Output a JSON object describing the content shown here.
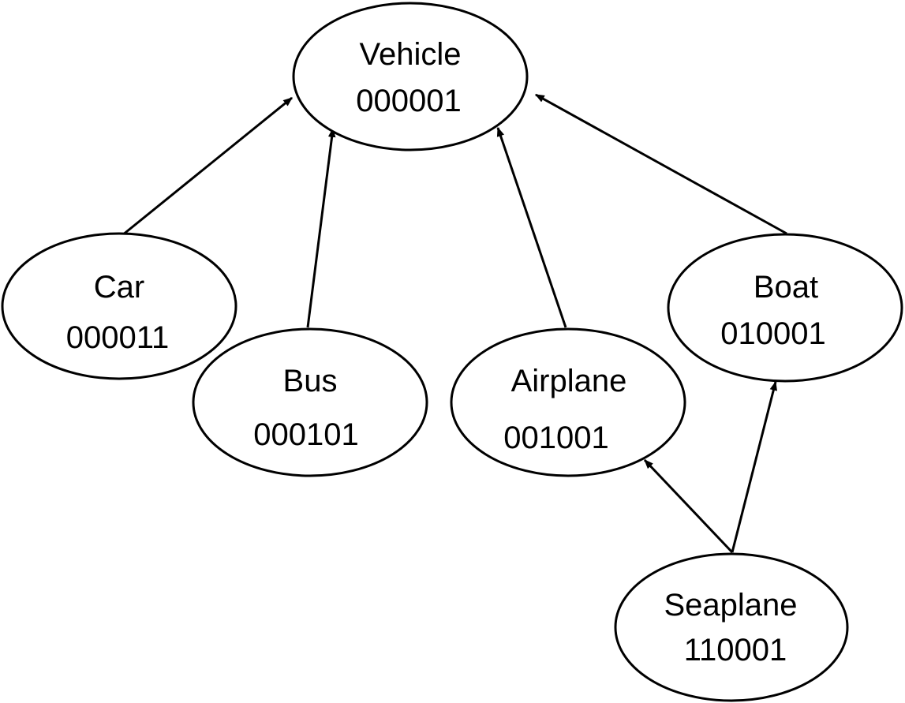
{
  "diagram": {
    "nodes": [
      {
        "id": "vehicle",
        "name": "Vehicle",
        "code": "000001"
      },
      {
        "id": "car",
        "name": "Car",
        "code": "000011"
      },
      {
        "id": "bus",
        "name": "Bus",
        "code": "000101"
      },
      {
        "id": "airplane",
        "name": "Airplane",
        "code": "001001"
      },
      {
        "id": "boat",
        "name": "Boat",
        "code": "010001"
      },
      {
        "id": "seaplane",
        "name": "Seaplane",
        "code": "110001"
      }
    ],
    "edges": [
      {
        "from": "car",
        "to": "vehicle"
      },
      {
        "from": "bus",
        "to": "vehicle"
      },
      {
        "from": "airplane",
        "to": "vehicle"
      },
      {
        "from": "boat",
        "to": "vehicle"
      },
      {
        "from": "seaplane",
        "to": "airplane"
      },
      {
        "from": "seaplane",
        "to": "boat"
      }
    ],
    "colors": {
      "stroke": "#000000",
      "fill": "#ffffff",
      "text": "#000000"
    }
  }
}
